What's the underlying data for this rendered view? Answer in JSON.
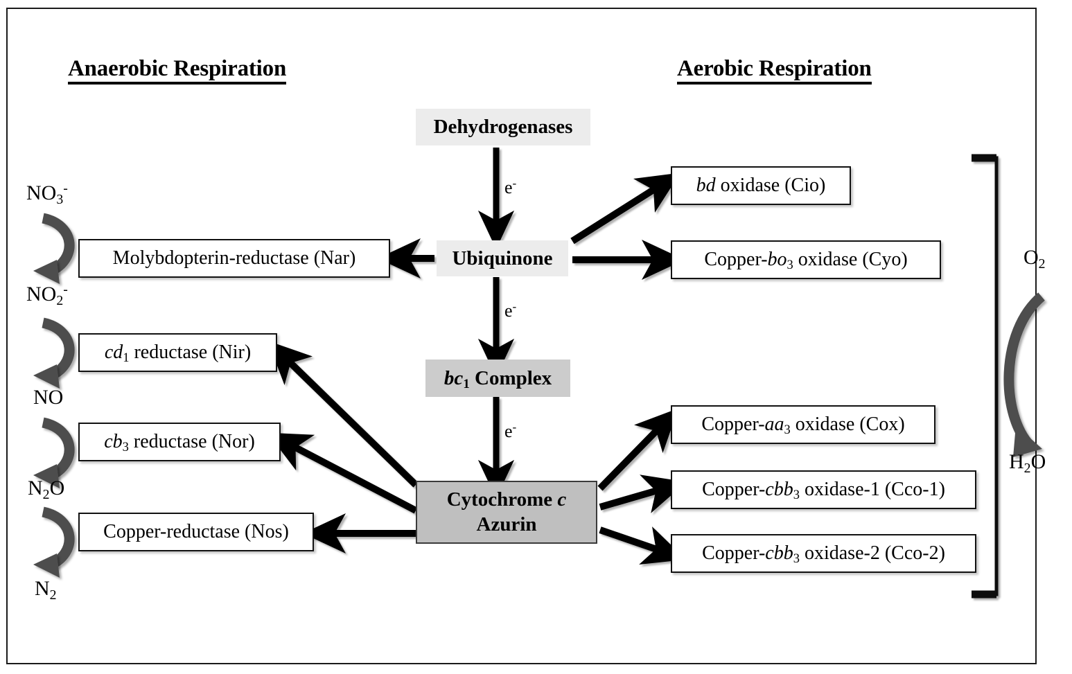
{
  "figure": {
    "frame_border_color": "#1a1a1a",
    "background": "#ffffff"
  },
  "headings": {
    "left": "Anaerobic Respiration",
    "right": "Aerobic Respiration"
  },
  "core_chain": {
    "dehydrogenases": {
      "label": "Dehydrogenases",
      "fill": "#ececec"
    },
    "ubiquinone": {
      "label": "Ubiquinone",
      "fill": "#ececec"
    },
    "bc1_complex": {
      "prefix": "bc",
      "sub": "1",
      "suffix": " Complex",
      "fill": "#cccccc"
    },
    "cytochrome": {
      "line1_a": "Cytochrome ",
      "line1_b": "c",
      "line2": "Azurin",
      "fill": "#bfbfbf"
    }
  },
  "electron_labels": {
    "e1": "e",
    "e2": "e",
    "e3": "e",
    "superscript": "-"
  },
  "anaerobic_enzymes": [
    {
      "name": "nar",
      "prefix": "",
      "sub": "",
      "text": "Molybdopterin-reductase (Nar)"
    },
    {
      "name": "nir",
      "prefix": "cd",
      "sub": "1",
      "text": " reductase (Nir)"
    },
    {
      "name": "nor",
      "prefix": "cb",
      "sub": "3",
      "text": " reductase (Nor)"
    },
    {
      "name": "nos",
      "prefix": "",
      "sub": "",
      "text": "Copper-reductase (Nos)"
    }
  ],
  "aerobic_enzymes": [
    {
      "name": "cio",
      "pre": "",
      "it": "bd",
      "sub": "",
      "post": " oxidase (Cio)"
    },
    {
      "name": "cyo",
      "pre": "Copper-",
      "it": "bo",
      "sub": "3",
      "post": " oxidase (Cyo)"
    },
    {
      "name": "cox",
      "pre": "Copper-",
      "it": "aa",
      "sub": "3",
      "post": " oxidase (Cox)"
    },
    {
      "name": "cco1",
      "pre": "Copper-",
      "it": "cbb",
      "sub": "3",
      "post": " oxidase-1 (Cco-1)"
    },
    {
      "name": "cco2",
      "pre": "Copper-",
      "it": "cbb",
      "sub": "3",
      "post": " oxidase-2 (Cco-2)"
    }
  ],
  "nitrogen_species": [
    {
      "name": "nitrate",
      "base": "NO",
      "sub": "3",
      "sup": "-"
    },
    {
      "name": "nitrite",
      "base": "NO",
      "sub": "2",
      "sup": "-"
    },
    {
      "name": "nitric-oxide",
      "base": "NO",
      "sub": "",
      "sup": ""
    },
    {
      "name": "nitrous-oxide",
      "base": "N",
      "sub": "2",
      "sup": "",
      "tail": "O"
    },
    {
      "name": "dinitrogen",
      "base": "N",
      "sub": "2",
      "sup": ""
    }
  ],
  "oxygen_species": [
    {
      "name": "dioxygen",
      "base": "O",
      "sub": "2",
      "tail": ""
    },
    {
      "name": "water",
      "base": "H",
      "sub": "2",
      "tail": "O"
    }
  ],
  "colors": {
    "curved_arrow": "#4d4d4d",
    "straight_arrow": "#000000",
    "box_border": "#111111"
  }
}
